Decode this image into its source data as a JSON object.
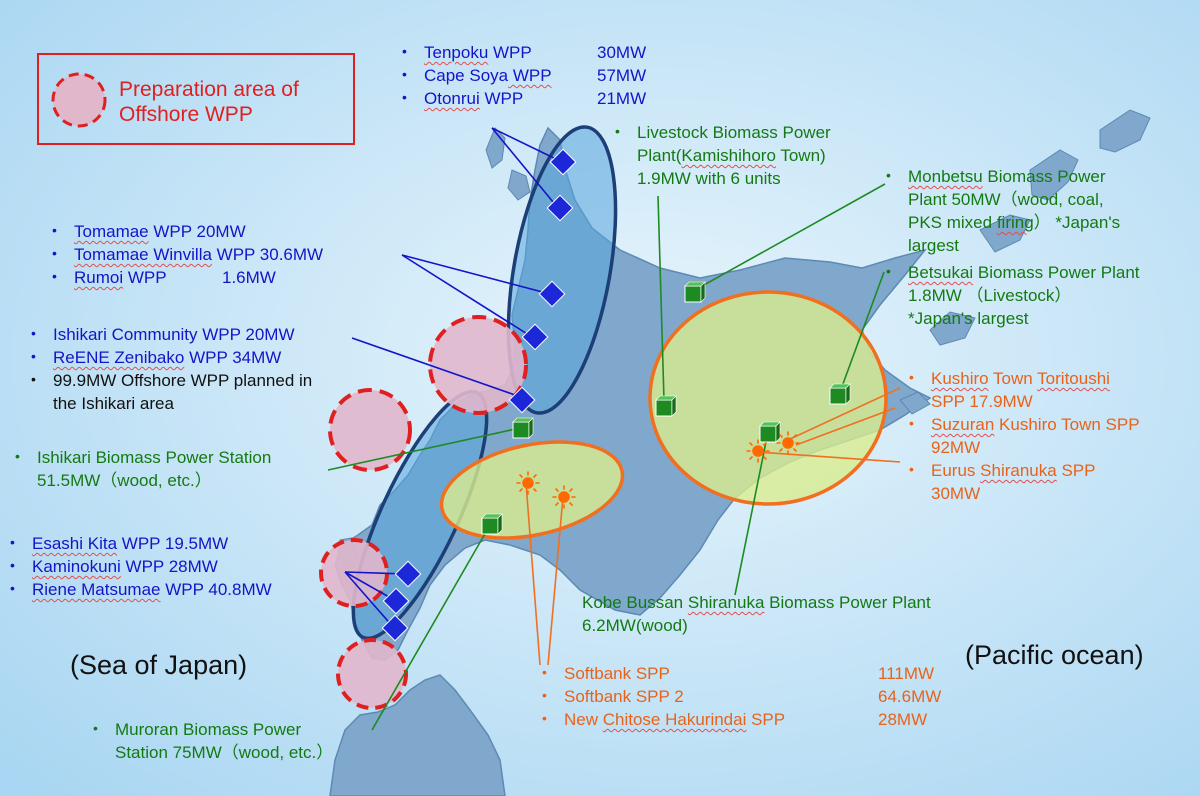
{
  "legend": {
    "text_line1": "Preparation area of",
    "text_line2": "Offshore WPP"
  },
  "oceans": {
    "sea_of_japan": "(Sea of Japan)",
    "pacific": "(Pacific ocean)"
  },
  "groups": {
    "wpp_north": {
      "color": "#1414c8",
      "items": [
        {
          "name": "Tenpoku",
          "suffix": " WPP",
          "value": "30MW"
        },
        {
          "name": "Cape Soya",
          "suffix": " WPP",
          "value": "57MW"
        },
        {
          "name": "Otonrui",
          "suffix": " WPP",
          "value": "21MW"
        }
      ]
    },
    "wpp_west": {
      "color": "#1414c8",
      "items": [
        {
          "name": "Tomamae",
          "suffix": " WPP  20MW",
          "value": ""
        },
        {
          "name": "Tomamae Winvilla",
          "suffix": " WPP  30.6MW",
          "value": ""
        },
        {
          "name": "Rumoi",
          "suffix": " WPP",
          "value": "1.6MW"
        }
      ]
    },
    "wpp_ishikari": {
      "items": [
        {
          "pre": "Ishikari Community WPP  20MW",
          "name": "",
          "suffix": ""
        },
        {
          "pre": "",
          "name": "ReENE Zenibako",
          "suffix": " WPP 34MW"
        },
        {
          "pre": "99.9MW Offshore WPP planned in",
          "name": "",
          "suffix": ""
        },
        {
          "pre": "the Ishikari area",
          "name": "",
          "suffix": ""
        }
      ]
    },
    "ishikari_biomass": {
      "line1": "Ishikari Biomass Power Station",
      "line2": "51.5MW（wood, etc.）"
    },
    "wpp_south": {
      "items": [
        {
          "name": "Esashi Kita",
          "suffix": " WPP  19.5MW"
        },
        {
          "name": "Kaminokuni",
          "suffix": " WPP 28MW"
        },
        {
          "name": "Riene Matsumae",
          "suffix": " WPP  40.8MW"
        }
      ]
    },
    "muroran_biomass": {
      "line1": "Muroran Biomass Power",
      "line2": "Station  75MW（wood, etc.）"
    },
    "livestock_biomass": {
      "line1": "Livestock Biomass Power",
      "line2_pre": "Plant(",
      "line2_name": "Kamishihoro",
      "line2_post": " Town)",
      "line3": "1.9MW with 6 units"
    },
    "monbetsu_biomass": {
      "line1_name": "Monbetsu",
      "line1_post": " Biomass Power",
      "line2_pre": "Plant  50MW（wood, coal,",
      "line3_pre": "PKS mixed ",
      "line3_name": "firing",
      "line3_post": "）   *Japan's",
      "line4": "largest"
    },
    "betsukai_biomass": {
      "line1_name": "Betsukai",
      "line1_post": " Biomass Power Plant",
      "line2": "1.8MW  （Livestock）",
      "line3": "*Japan's largest"
    },
    "spp_kushiro": {
      "items": [
        {
          "l1_pre": "Kushiro",
          "l1_mid": " Town ",
          "l1_name": "Toritoushi",
          "l2": "SPP 17.9MW"
        },
        {
          "l1_pre": "Suzuran",
          "l1_mid": " Kushiro Town SPP",
          "l1_name": "",
          "l2": "92MW"
        },
        {
          "l1_pre": "Eurus",
          "l1_mid": " ",
          "l1_name": "Shiranuka",
          "l1_post": " SPP",
          "l2": "30MW"
        }
      ]
    },
    "kobe_biomass": {
      "line1_pre": "Kobe Bussan ",
      "line1_name": "Shiranuka",
      "line1_post": " Biomass Power Plant",
      "line2": "6.2MW(wood)"
    },
    "spp_softbank": {
      "items": [
        {
          "pre": "Softbank SPP",
          "name": "",
          "post": "",
          "value": "111MW"
        },
        {
          "pre": "Softbank SPP 2",
          "name": "",
          "post": "",
          "value": "64.6MW"
        },
        {
          "pre": "New ",
          "name": "Chitose Hakurindai",
          "post": " SPP",
          "value": "28MW"
        }
      ]
    }
  },
  "bullet": "•",
  "colors": {
    "sea": "#c4e3f6",
    "land": "#7fa8cc",
    "land_edge": "#5d89b3",
    "wind_zone": "#5aa6dc",
    "solar_zone": "#d9ec8f",
    "wpp_marker": "#1c28d8",
    "biomass_marker": "#1e8a22",
    "spp_marker": "#ff6a00",
    "offshore_area": "#e02020"
  }
}
